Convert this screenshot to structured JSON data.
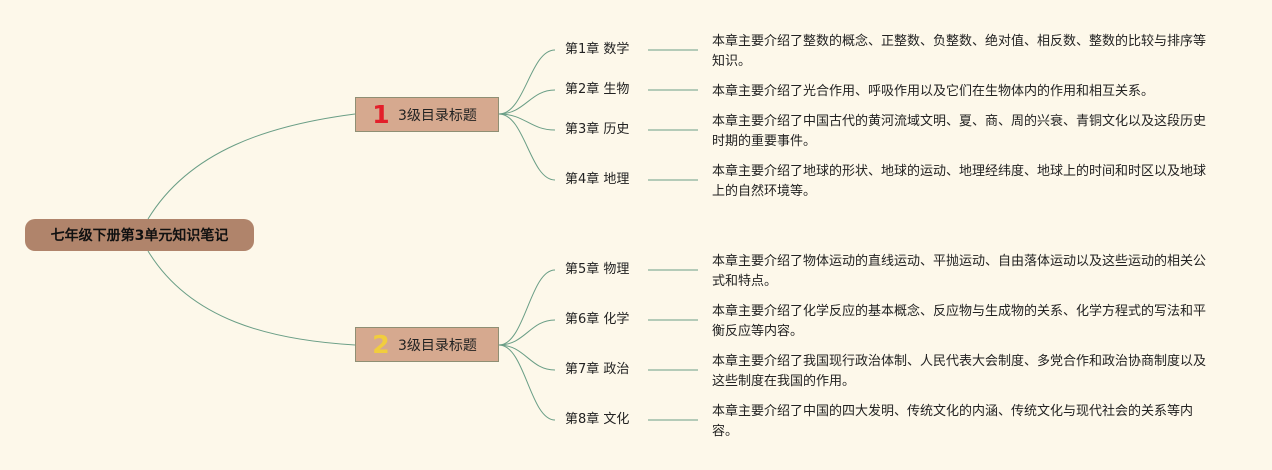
{
  "root": {
    "label": "七年级下册第3单元知识笔记"
  },
  "branches": [
    {
      "number": "1",
      "number_color": "#e31f2a",
      "label": "3级目录标题",
      "chapters": [
        {
          "label": "第1章 数学",
          "desc": "本章主要介绍了整数的概念、正整数、负整数、绝对值、相反数、整数的比较与排序等知识。"
        },
        {
          "label": "第2章 生物",
          "desc": "本章主要介绍了光合作用、呼吸作用以及它们在生物体内的作用和相互关系。"
        },
        {
          "label": "第3章 历史",
          "desc": "本章主要介绍了中国古代的黄河流域文明、夏、商、周的兴衰、青铜文化以及这段历史时期的重要事件。"
        },
        {
          "label": "第4章 地理",
          "desc": "本章主要介绍了地球的形状、地球的运动、地理经纬度、地球上的时间和时区以及地球上的自然环境等。"
        }
      ]
    },
    {
      "number": "2",
      "number_color": "#f1cd3d",
      "label": "3级目录标题",
      "chapters": [
        {
          "label": "第5章 物理",
          "desc": "本章主要介绍了物体运动的直线运动、平抛运动、自由落体运动以及这些运动的相关公式和特点。"
        },
        {
          "label": "第6章 化学",
          "desc": "本章主要介绍了化学反应的基本概念、反应物与生成物的关系、化学方程式的写法和平衡反应等内容。"
        },
        {
          "label": "第7章 政治",
          "desc": "本章主要介绍了我国现行政治体制、人民代表大会制度、多党合作和政治协商制度以及这些制度在我国的作用。"
        },
        {
          "label": "第8章 文化",
          "desc": "本章主要介绍了中国的四大发明、传统文化的内涵、传统文化与现代社会的关系等内容。"
        }
      ]
    }
  ],
  "colors": {
    "background": "#fdf8ea",
    "root_fill": "#b0846b",
    "branch_fill": "#d6a98f",
    "connector": "#6a9e86"
  }
}
